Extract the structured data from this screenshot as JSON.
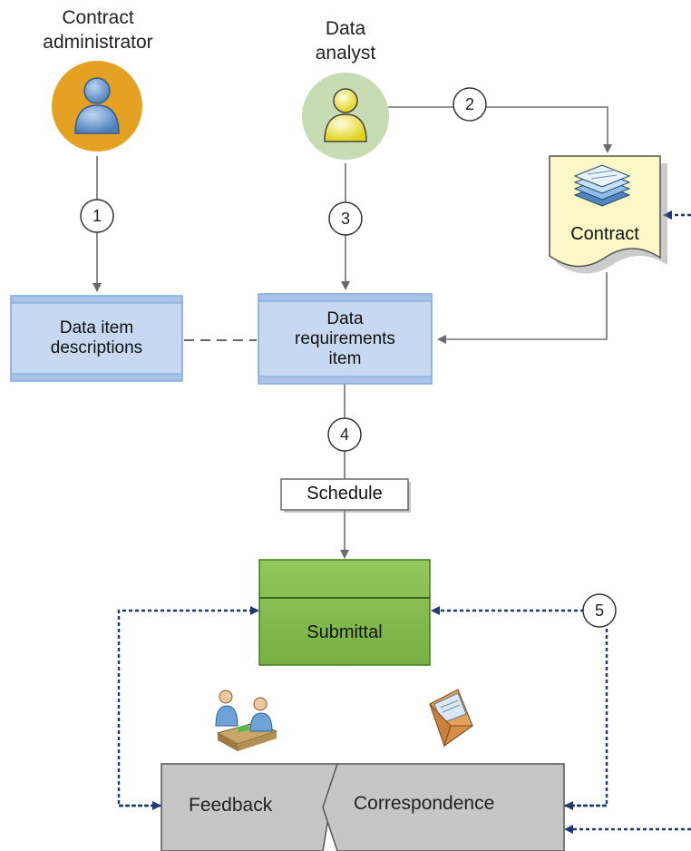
{
  "actors": {
    "contract_admin": {
      "line1": "Contract",
      "line2": "administrator",
      "icon": "person-icon"
    },
    "data_analyst": {
      "line1": "Data",
      "line2": "analyst",
      "icon": "person-icon"
    }
  },
  "steps": [
    "1",
    "2",
    "3",
    "4",
    "5"
  ],
  "nodes": {
    "contract": {
      "label": "Contract",
      "icon": "documents-stack-icon"
    },
    "data_item_descriptions": {
      "line1": "Data item",
      "line2": "descriptions"
    },
    "data_requirements_item": {
      "line1": "Data",
      "line2": "requirements",
      "line3": "item"
    },
    "schedule": {
      "label": "Schedule"
    },
    "submittal": {
      "label": "Submittal"
    },
    "feedback": {
      "label": "Feedback",
      "icon": "meeting-icon"
    },
    "correspondence": {
      "label": "Correspondence",
      "icon": "envelope-icon"
    }
  },
  "colors": {
    "admin_circle": "#e5a222",
    "analyst_circle": "#c8dcb4",
    "admin_person": "#6d9fd6",
    "analyst_person": "#f5ef2a",
    "contract_fill": "#fbf7c6",
    "box_blue": "#c6d9f1",
    "box_blue_border": "#7ba3d8",
    "submittal_green": "#8bc34a",
    "submittal_border": "#3e7d1c",
    "chevron_gray": "#c6c6c6",
    "dashed_arrow": "#1f3a73",
    "solid_arrow": "#707070"
  }
}
